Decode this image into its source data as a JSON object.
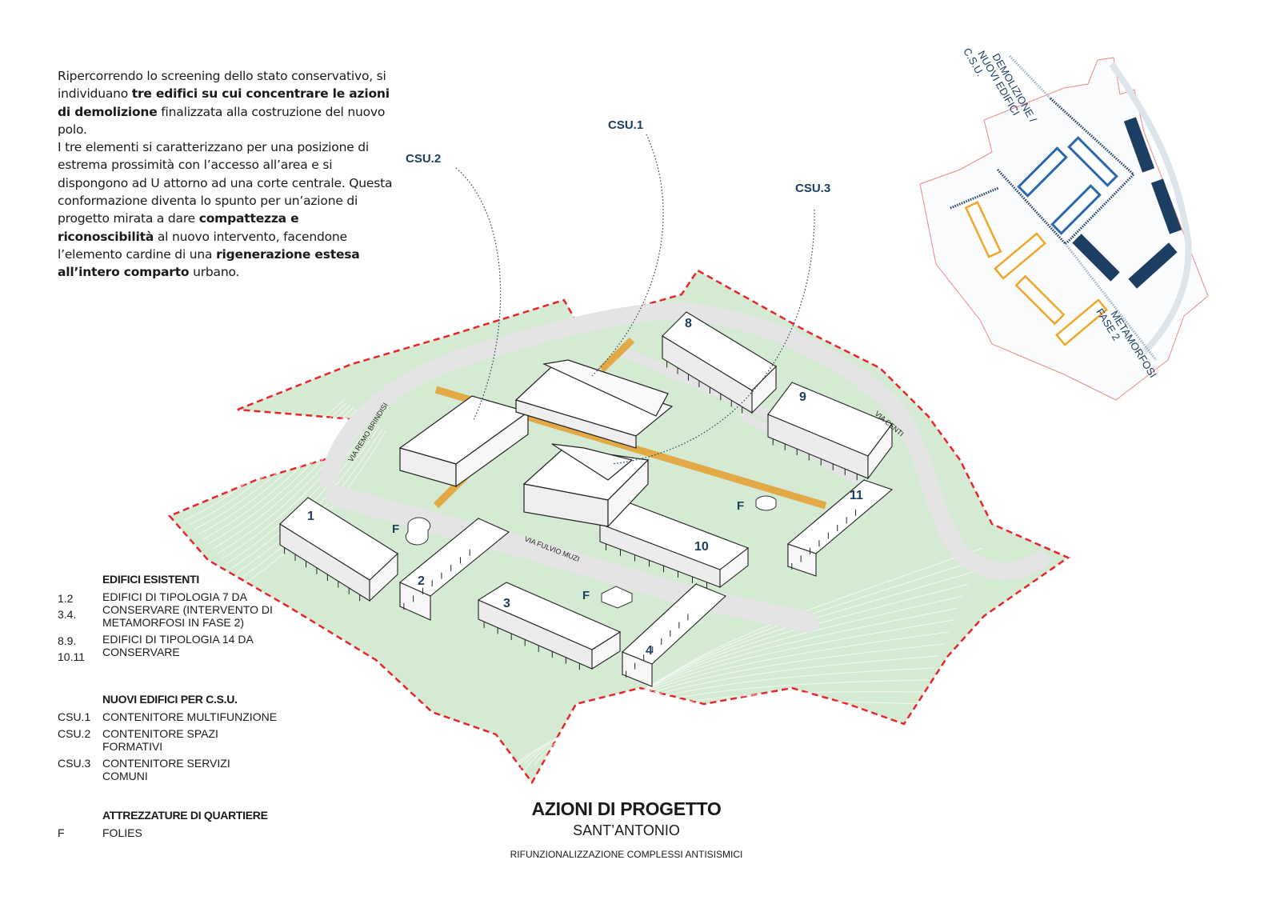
{
  "intro": {
    "p1_a": "Ripercorrendo lo screening dello stato conservativo, si individuano ",
    "p1_b": "tre edifici su cui concentrare le azioni di demolizione",
    "p1_c": "  finalizzata alla costruzione del nuovo polo.",
    "p2_a": "I tre elementi si caratterizzano per una posizione di estrema prossimità con l’accesso all’area e si dispongono ad U attorno ad una corte centrale. Questa conformazione diventa lo spunto per un’azione di progetto mirata a dare ",
    "p2_b": "compattezza e riconoscibilità",
    "p2_c": " al nuovo intervento, facendone l’elemento cardine di una ",
    "p2_d": "rigenerazione estesa all’intero comparto",
    "p2_e": " urbano."
  },
  "callouts": {
    "csu1": "CSU.1",
    "csu2": "CSU.2",
    "csu3": "CSU.3"
  },
  "buildings": [
    "1",
    "2",
    "3",
    "4",
    "8",
    "9",
    "10",
    "11"
  ],
  "folies": [
    "F",
    "F",
    "F"
  ],
  "roads": {
    "remo": "VIA REMO BRINDISI",
    "muzi": "VIA FULVIO MUZI",
    "centi": "VIA CENTI"
  },
  "minimap": {
    "label_demolition": [
      "DEMOLIZIONE /",
      "NUOVI EDIFICI",
      "C.S.U."
    ],
    "label_metamorfosi": [
      "METAMORFOSI",
      "FASE 2"
    ]
  },
  "legend": {
    "existing_header": "EDIFICI ESISTENTI",
    "existing": [
      {
        "key": "1.2\n3.4.",
        "value": "EDIFICI DI TIPOLOGIA 7 DA CONSERVARE (INTERVENTO DI METAMORFOSI IN FASE 2)"
      },
      {
        "key": "8.9.\n10.11",
        "value": "EDIFICI DI TIPOLOGIA 14 DA CONSERVARE"
      }
    ],
    "new_header": "NUOVI EDIFICI PER C.S.U.",
    "new": [
      {
        "key": "CSU.1",
        "value": "CONTENITORE MULTIFUNZIONE"
      },
      {
        "key": "CSU.2",
        "value": "CONTENITORE SPAZI FORMATIVI"
      },
      {
        "key": "CSU.3",
        "value": "CONTENITORE SERVIZI COMUNI"
      }
    ],
    "equip_header": "ATTREZZATURE DI QUARTIERE",
    "equip": [
      {
        "key": "F",
        "value": "FOLIES"
      }
    ]
  },
  "title": {
    "main": "AZIONI DI PROGETTO",
    "sub": "SANT’ANTONIO",
    "caption": "RIFUNZIONALIZZAZIONE COMPLESSI ANTISISMICI"
  },
  "colors": {
    "navy": "#1d3e63",
    "blue": "#2a68b0",
    "orange": "#f2a52b",
    "path": "#e3a947",
    "green": "#d5ead2",
    "boundary": "#e8252a"
  }
}
